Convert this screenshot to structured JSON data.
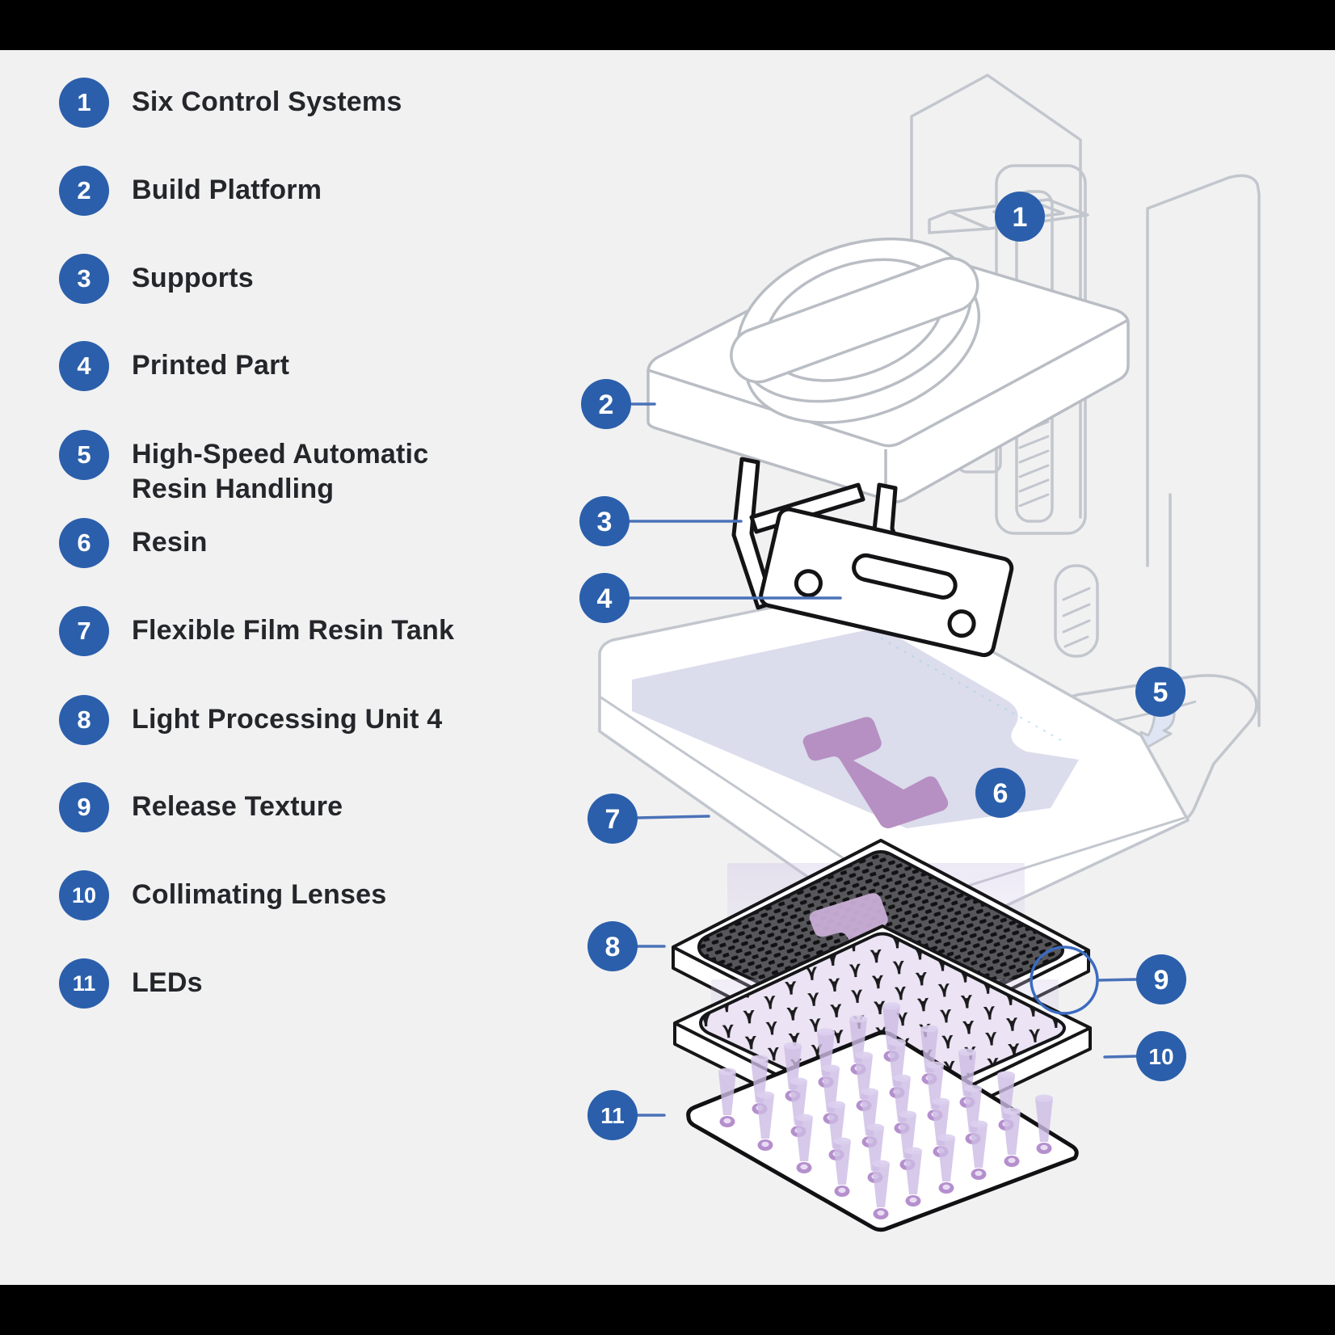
{
  "colors": {
    "background": "#f1f1f2",
    "frame_bars": "#000000",
    "callout_blue": "#2b5fab",
    "leader_blue": "#4a72b8",
    "outline_gray": "#c2c6cd",
    "ink_black": "#161618",
    "resin_lavender": "#dbdcec",
    "printed_part_purple": "#b690c2",
    "lpu_part_purple": "#c9aed6",
    "glow_purple": "#cfc3e5",
    "led_purple": "#b58fcd"
  },
  "legend": {
    "items": [
      {
        "number": "1",
        "label": "Six Control Systems"
      },
      {
        "number": "2",
        "label": "Build Platform"
      },
      {
        "number": "3",
        "label": "Supports"
      },
      {
        "number": "4",
        "label": "Printed Part"
      },
      {
        "number": "5",
        "label": "High-Speed Automatic Resin Handling"
      },
      {
        "number": "6",
        "label": "Resin"
      },
      {
        "number": "7",
        "label": "Flexible Film Resin Tank"
      },
      {
        "number": "8",
        "label": "Light Processing Unit 4"
      },
      {
        "number": "9",
        "label": "Release Texture"
      },
      {
        "number": "10",
        "label": "Collimating Lenses"
      },
      {
        "number": "11",
        "label": "LEDs"
      }
    ]
  },
  "diagram": {
    "callouts": [
      {
        "number": "1"
      },
      {
        "number": "2"
      },
      {
        "number": "3"
      },
      {
        "number": "4"
      },
      {
        "number": "5"
      },
      {
        "number": "6"
      },
      {
        "number": "7"
      },
      {
        "number": "8"
      },
      {
        "number": "9"
      },
      {
        "number": "10"
      },
      {
        "number": "11"
      }
    ]
  }
}
